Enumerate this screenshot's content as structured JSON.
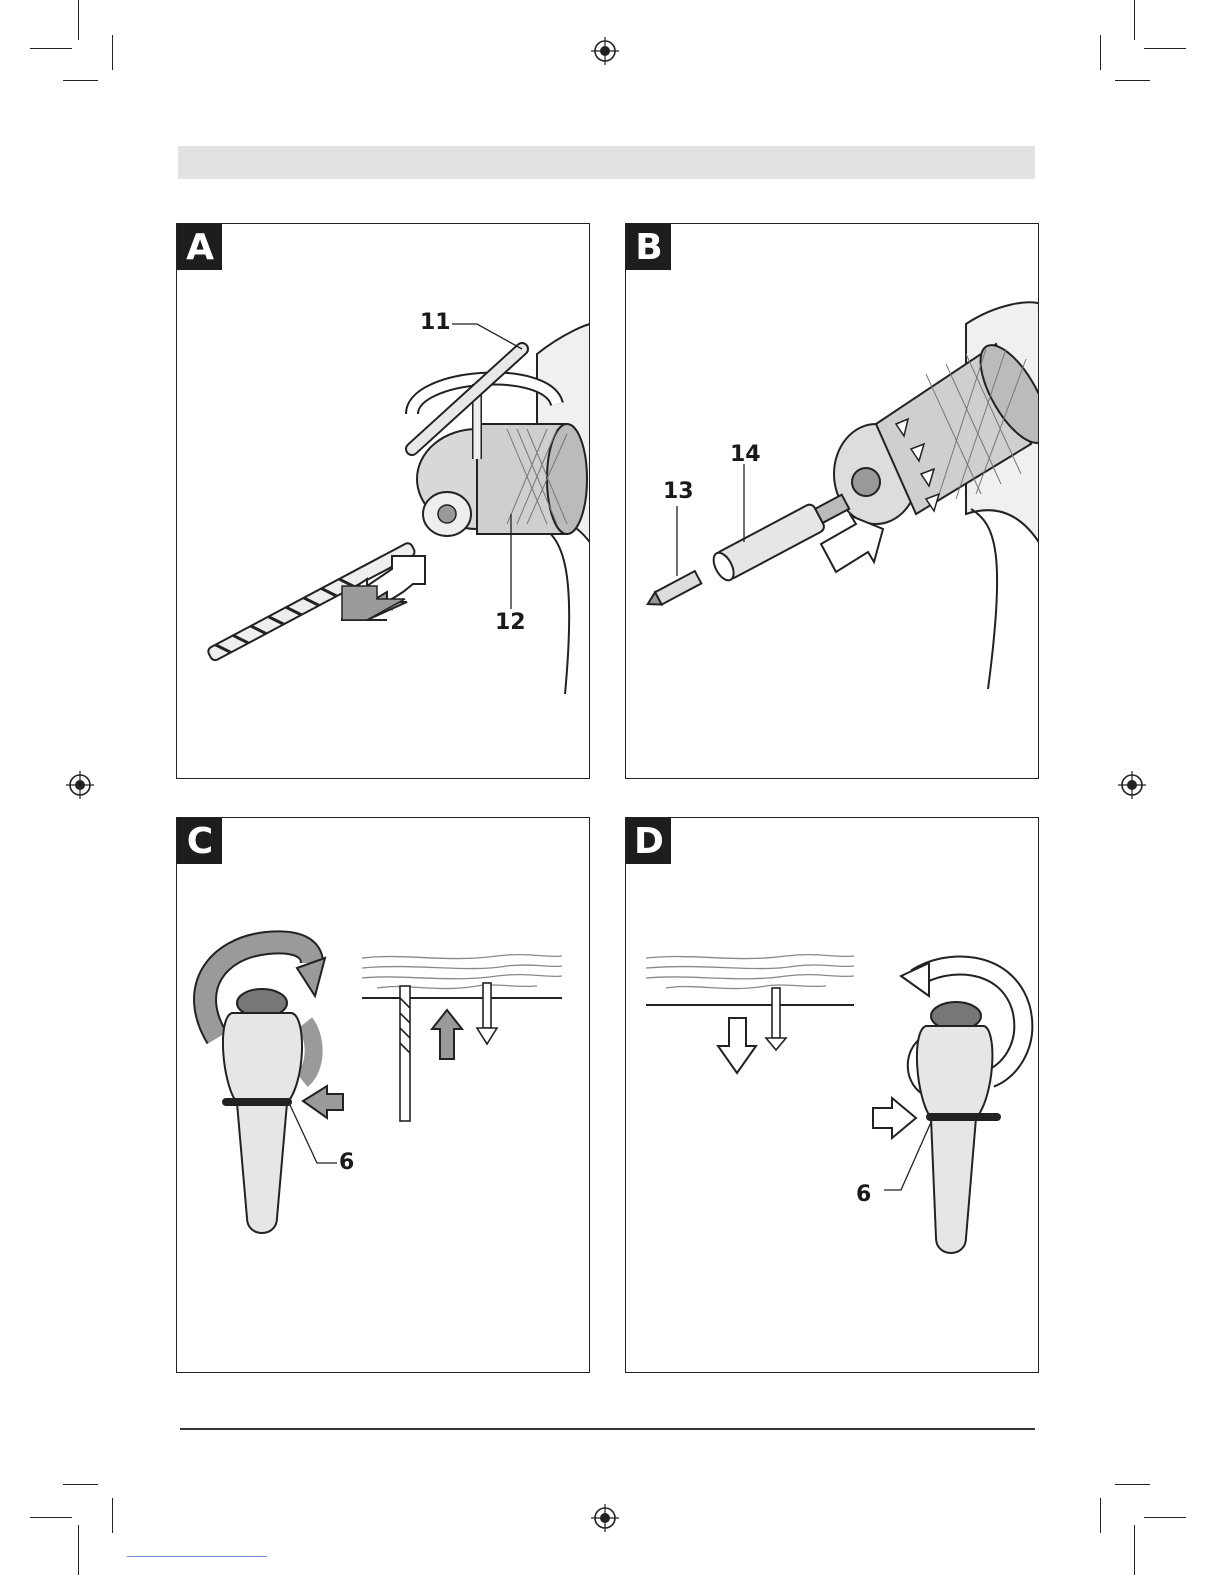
{
  "panels": {
    "A": {
      "tag": "A",
      "callouts": {
        "c11": "11",
        "c12": "12"
      }
    },
    "B": {
      "tag": "B",
      "callouts": {
        "c13": "13",
        "c14": "14"
      }
    },
    "C": {
      "tag": "C",
      "callouts": {
        "c6": "6"
      }
    },
    "D": {
      "tag": "D",
      "callouts": {
        "c6": "6"
      }
    }
  },
  "colors": {
    "ink": "#1a1a1a",
    "arrow_gray": "#9a9a9a",
    "light_gray": "#e2e2e2",
    "tag_bg": "#1d1d1d"
  }
}
